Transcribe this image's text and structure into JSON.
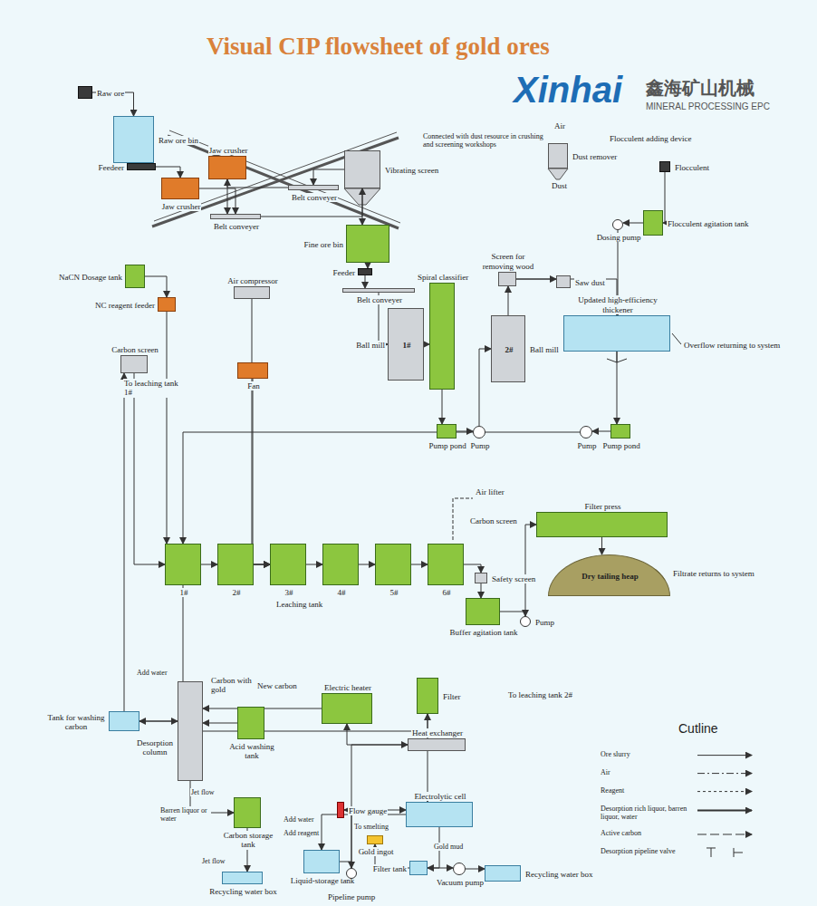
{
  "diagram": {
    "title": "Visual CIP flowsheet of gold ores",
    "nodes": [
      {
        "text": [
          "Raw ore"
        ]
      },
      {
        "text": [
          "Raw ore bin"
        ]
      },
      {
        "text": [
          "Feedeer"
        ]
      },
      {
        "text": [
          "Jaw crusher"
        ]
      },
      {
        "text": [
          "Jaw crusher"
        ]
      },
      {
        "text": [
          "Belt conveyer"
        ]
      },
      {
        "text": [
          "Belt conveyer"
        ]
      },
      {
        "text": [
          "Vibrating screen"
        ]
      },
      {
        "text": [
          "Fine ore bin"
        ]
      },
      {
        "text": [
          "Feeder"
        ]
      },
      {
        "text": [
          "Belt conveyer"
        ]
      },
      {
        "text": [
          "Ball mill",
          "1#"
        ]
      },
      {
        "text": [
          "Spiral classifier"
        ]
      },
      {
        "text": [
          "Pump pond"
        ]
      },
      {
        "text": [
          "Pump"
        ]
      },
      {
        "text": [
          "Screen for removing wood"
        ]
      },
      {
        "text": [
          "Ball mill",
          "2#"
        ]
      },
      {
        "text": [
          "Saw dust"
        ]
      },
      {
        "text": [
          "Updated high-efficiency thickener"
        ]
      },
      {
        "text": [
          "Pump"
        ]
      },
      {
        "text": [
          "Pump pond"
        ]
      },
      {
        "text": [
          "Dust remover"
        ]
      },
      {
        "text": [
          "Flocculent"
        ]
      },
      {
        "text": [
          "Flocculent agitation tank"
        ]
      },
      {
        "text": [
          "Dosing pump"
        ]
      },
      {
        "text": [
          "NaCN Dosage tank"
        ]
      },
      {
        "text": [
          "NC reagent feeder"
        ]
      },
      {
        "text": [
          "Air compressor"
        ]
      },
      {
        "text": [
          "Fan"
        ]
      },
      {
        "text": [
          "Carbon screen"
        ]
      },
      {
        "text": [
          "1#"
        ]
      },
      {
        "text": [
          "2#"
        ]
      },
      {
        "text": [
          "3#"
        ]
      },
      {
        "text": [
          "4#"
        ]
      },
      {
        "text": [
          "5#"
        ]
      },
      {
        "text": [
          "6#"
        ]
      },
      {
        "text": [
          "Safety screen"
        ]
      },
      {
        "text": [
          "Buffer agitation tank"
        ]
      },
      {
        "text": [
          "Pump"
        ]
      },
      {
        "text": [
          "Filter press"
        ]
      },
      {
        "text": [
          "Dry tailing heap"
        ]
      },
      {
        "text": [
          "Tank for washing carbon"
        ]
      },
      {
        "text": [
          "Desorption column"
        ]
      },
      {
        "text": [
          "Acid washing tank"
        ]
      },
      {
        "text": [
          "Electric heater"
        ]
      },
      {
        "text": [
          "Filter"
        ]
      },
      {
        "text": [
          "Heat exchanger"
        ]
      },
      {
        "text": [
          "Carbon storage tank"
        ]
      },
      {
        "text": [
          "Electrolytic cell"
        ]
      },
      {
        "text": [
          "Flow gauge"
        ]
      },
      {
        "text": [
          "Liquid-storage tank"
        ]
      },
      {
        "text": [
          "Pipeline pump"
        ]
      },
      {
        "text": [
          "Gold ingot"
        ]
      },
      {
        "text": [
          "Filter tank"
        ]
      },
      {
        "text": [
          "Vacuum pump"
        ]
      },
      {
        "text": [
          "Recycling water box"
        ]
      },
      {
        "text": [
          "Recycling water box"
        ]
      }
    ],
    "edges": [
      {
        "from": 0,
        "to": 1,
        "arrow": "to"
      },
      {
        "from": 1,
        "to": 2,
        "arrow": "to"
      },
      {
        "from": 2,
        "to": 3,
        "arrow": "to"
      },
      {
        "from": 3,
        "to": 5,
        "arrow": "to"
      },
      {
        "from": 5,
        "to": 7,
        "arrow": "to"
      },
      {
        "from": 7,
        "to": 6,
        "arrow": "to"
      },
      {
        "from": 6,
        "to": 4,
        "arrow": "to"
      },
      {
        "from": 4,
        "to": 5,
        "arrow": "to"
      },
      {
        "from": 7,
        "to": 8,
        "arrow": "to"
      },
      {
        "from": 8,
        "to": 9,
        "arrow": "to"
      },
      {
        "from": 9,
        "to": 10,
        "arrow": "to"
      },
      {
        "from": 10,
        "to": 11,
        "arrow": "to"
      },
      {
        "from": 11,
        "to": 12,
        "arrow": "to"
      },
      {
        "from": 12,
        "to": 13,
        "arrow": "to"
      },
      {
        "from": 13,
        "to": 14,
        "arrow": "to"
      },
      {
        "from": 14,
        "to": 16,
        "arrow": "to"
      },
      {
        "from": 16,
        "to": 15,
        "arrow": "to"
      },
      {
        "from": 15,
        "to": 17,
        "arrow": "to"
      },
      {
        "from": 15,
        "to": 18,
        "arrow": "to"
      },
      {
        "from": 18,
        "to": 20,
        "arrow": "to"
      },
      {
        "from": 20,
        "to": 19,
        "arrow": "to"
      },
      {
        "from": 19,
        "to": 30,
        "arrow": "to"
      },
      {
        "from": 30,
        "to": 31,
        "arrow": "to"
      },
      {
        "from": 31,
        "to": 32,
        "arrow": "to"
      },
      {
        "from": 32,
        "to": 33,
        "arrow": "to"
      },
      {
        "from": 33,
        "to": 34,
        "arrow": "to"
      },
      {
        "from": 34,
        "to": 35,
        "arrow": "to"
      },
      {
        "from": 35,
        "to": 36,
        "arrow": "to"
      },
      {
        "from": 36,
        "to": 37,
        "arrow": "to"
      },
      {
        "from": 37,
        "to": 38,
        "arrow": "to"
      },
      {
        "from": 38,
        "to": 39,
        "arrow": "to"
      },
      {
        "from": 39,
        "to": 40,
        "arrow": "to"
      },
      {
        "from": 22,
        "to": 23,
        "arrow": "to"
      },
      {
        "from": 23,
        "to": 24,
        "arrow": "to"
      },
      {
        "from": 24,
        "to": 18,
        "arrow": "to"
      },
      {
        "from": 25,
        "to": 26,
        "arrow": "to"
      },
      {
        "from": 26,
        "to": 30,
        "arrow": "to"
      },
      {
        "from": 27,
        "to": 32,
        "arrow": "to"
      },
      {
        "from": 28,
        "to": 32,
        "arrow": "to"
      },
      {
        "from": 41,
        "to": 29,
        "arrow": "to"
      },
      {
        "from": 29,
        "to": 30,
        "arrow": "to"
      },
      {
        "from": 30,
        "to": 41,
        "arrow": "to"
      },
      {
        "from": 41,
        "to": 42,
        "arrow": "to"
      },
      {
        "from": 43,
        "to": 42,
        "arrow": "to"
      },
      {
        "from": 42,
        "to": 47,
        "arrow": "to"
      },
      {
        "from": 47,
        "to": 56,
        "arrow": "to"
      },
      {
        "from": 50,
        "to": 51,
        "arrow": "to"
      },
      {
        "from": 51,
        "to": 46,
        "arrow": "to"
      },
      {
        "from": 46,
        "to": 44,
        "arrow": "to"
      },
      {
        "from": 44,
        "to": 42,
        "arrow": "to"
      },
      {
        "from": 42,
        "to": 45,
        "arrow": "to"
      },
      {
        "from": 45,
        "to": 48,
        "arrow": "to"
      },
      {
        "from": 51,
        "to": 49,
        "arrow": "to"
      },
      {
        "from": 49,
        "to": 48,
        "arrow": "to"
      },
      {
        "from": 48,
        "to": 50,
        "arrow": "to"
      },
      {
        "from": 48,
        "to": 53,
        "arrow": "to"
      },
      {
        "from": 53,
        "to": 54,
        "arrow": "to"
      },
      {
        "from": 54,
        "to": 55,
        "arrow": "to"
      },
      {
        "from": 53,
        "to": 52,
        "arrow": "to"
      }
    ],
    "labels": [
      "Xinhai",
      "鑫海矿山机械",
      "MINERAL PROCESSING EPC",
      "Connected with dust resource in crushing and screening workshops",
      "Air",
      "Dust",
      "Flocculent adding device",
      "Overflow returning to system",
      "To leaching tank 1#",
      "Leaching tank",
      "Air lifter",
      "Carbon screen",
      "Filtrate returns to system",
      "Add water",
      "Carbon with gold",
      "New carbon",
      "To leaching tank 2#",
      "Jet flow",
      "Barren liquor or water",
      "Jet flow",
      "Add water",
      "Add reagent",
      "To smelting",
      "Gold mud",
      "Cutline"
    ],
    "legend": [
      {
        "text": "Ore slurry"
      },
      {
        "text": "Air"
      },
      {
        "text": "Reagent"
      },
      {
        "text": "Desorption rich liquor, barren liquor, water"
      },
      {
        "text": "Active carbon"
      },
      {
        "text": "Desorption pipeline valve"
      }
    ]
  }
}
